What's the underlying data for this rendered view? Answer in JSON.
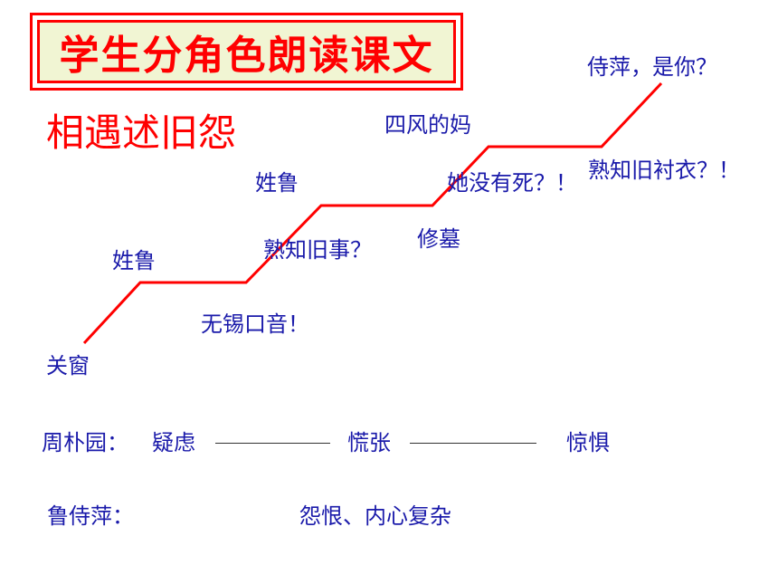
{
  "title": "学生分角色朗读课文",
  "subtitle": "相遇述旧怨",
  "steps": [
    "关窗",
    "姓鲁",
    "无锡口音！",
    "姓鲁",
    "熟知旧事？",
    "修墓",
    "四风的妈",
    "她没有死？！",
    "熟知旧衬衣？！",
    "侍萍，是你？"
  ],
  "zhou_row": {
    "label": "周朴园：",
    "emotions": [
      "疑虑",
      "慌张",
      "惊惧"
    ]
  },
  "lu_row": {
    "label": "鲁侍萍：",
    "emotion": "怨恨、内心复杂"
  },
  "colors": {
    "title_red": "#ff0000",
    "title_bg": "#f1f5d3",
    "line_red": "#ff0000",
    "text_blue": "#1a1aaa"
  }
}
